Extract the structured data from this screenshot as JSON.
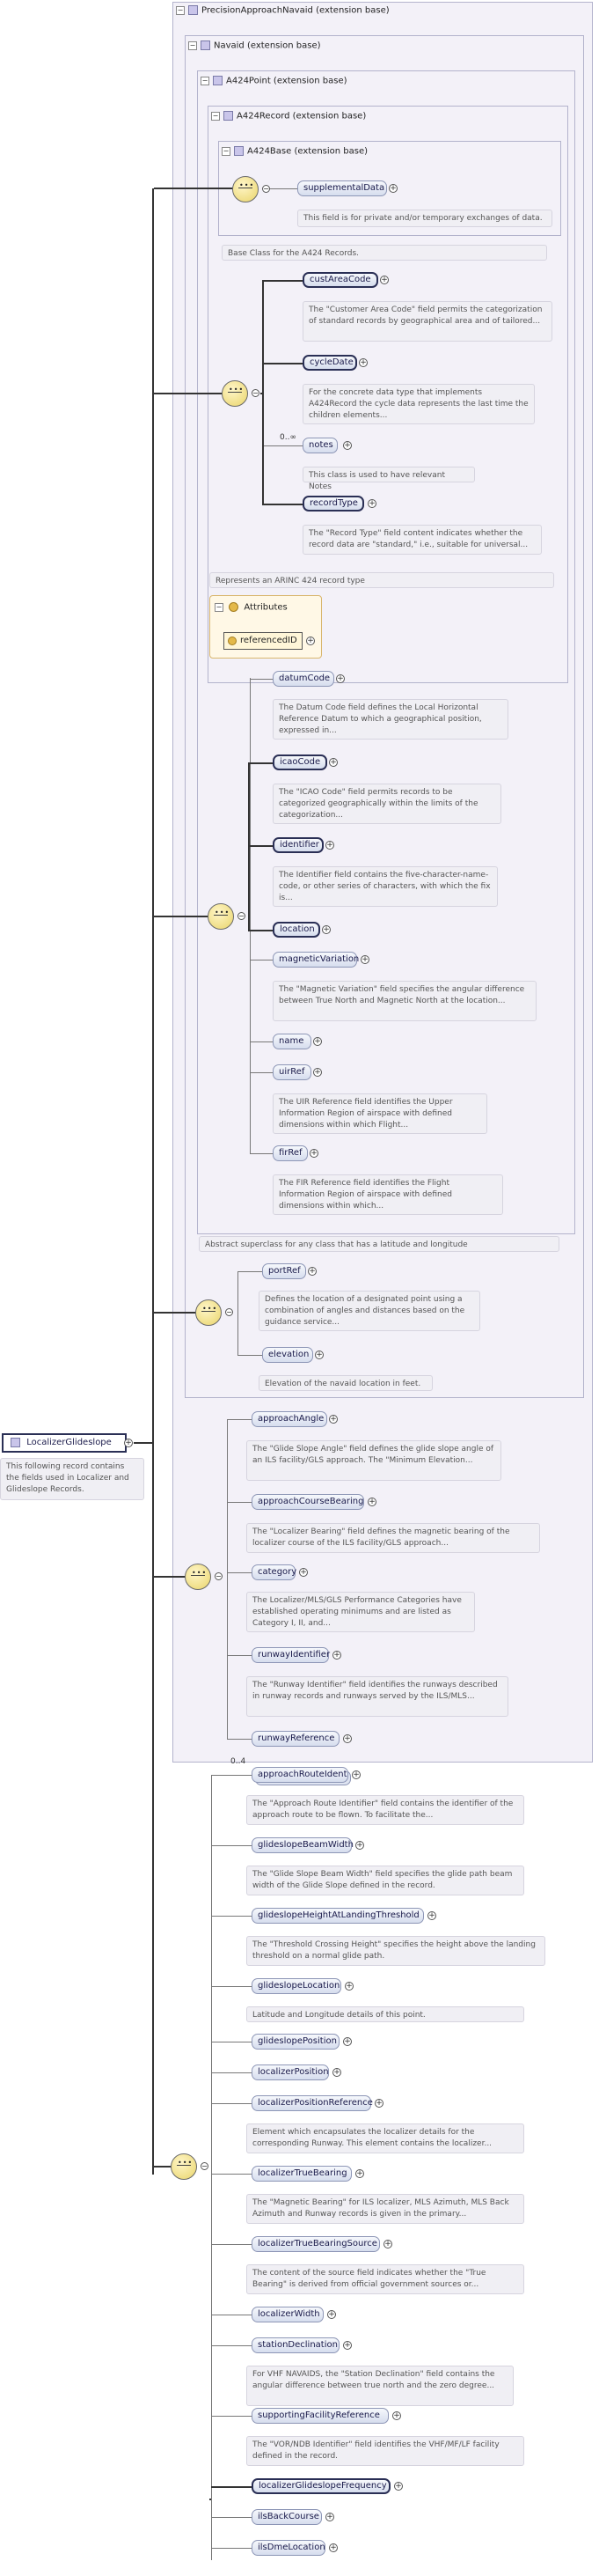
{
  "root": {
    "label": "LocalizerGlideslope",
    "doc": "This following record contains the fields used in Localizer and Glideslope Records."
  },
  "ext": {
    "precision": "PrecisionApproachNavaid (extension base)",
    "navaid": "Navaid (extension base)",
    "point": "A424Point (extension base)",
    "record": "A424Record (extension base)",
    "base": "A424Base (extension base)"
  },
  "base": {
    "supp": "supplementalData",
    "supp_doc": "This field is for private and/or temporary exchanges of data.",
    "doc": "Base Class for the A424 Records."
  },
  "record": {
    "cust": "custAreaCode",
    "cust_doc": "The \"Customer Area Code\" field permits the categorization of standard records by geographical area and of tailored...",
    "cycle": "cycleDate",
    "cycle_doc": "For the concrete data type that implements A424Record the cycle data represents the last time the children elements...",
    "notes_occ": "0..∞",
    "notes": "notes",
    "notes_doc": "This class is used to have relevant Notes",
    "rtype": "recordType",
    "rtype_doc": "The \"Record Type\" field content indicates whether the record data are \"standard,\" i.e., suitable for universal...",
    "doc": "Represents an ARINC 424 record type"
  },
  "attributes": {
    "title": "Attributes",
    "ref": "referencedID"
  },
  "point": {
    "datum": "datumCode",
    "datum_doc": "The Datum Code field defines the Local Horizontal Reference Datum to which a geographical position, expressed in...",
    "icao": "icaoCode",
    "icao_doc": "The \"ICAO Code\" field permits records to be categorized geographically within the limits of the categorization...",
    "ident": "identifier",
    "ident_doc": "The Identifier field contains the five-character-name-code, or other series of characters, with which the fix is...",
    "loc": "location",
    "magvar": "magneticVariation",
    "magvar_doc": "The \"Magnetic Variation\" field specifies the angular difference between True North and Magnetic North at the location...",
    "name": "name",
    "uir": "uirRef",
    "uir_doc": "The UIR Reference field identifies the Upper Information Region of airspace with defined dimensions within which Flight...",
    "fir": "firRef",
    "fir_doc": "The FIR Reference field identifies the Flight Information Region of airspace with defined dimensions within which...",
    "doc": "Abstract superclass for any class that has a latitude and longitude"
  },
  "navaid": {
    "port": "portRef",
    "port_doc": "Defines the location of a designated point using a combination of angles and distances based on the guidance service...",
    "elev": "elevation",
    "elev_doc": "Elevation of the navaid location in feet."
  },
  "precision": {
    "angle": "approachAngle",
    "angle_doc": "The \"Glide Slope Angle\" field defines the glide slope angle of an ILS facility/GLS approach. The \"Minimum Elevation...",
    "bearing": "approachCourseBearing",
    "bearing_doc": "The \"Localizer Bearing\" field defines the magnetic bearing of the localizer course of the ILS facility/GLS approach...",
    "cat": "category",
    "cat_doc": "The Localizer/MLS/GLS Performance Categories have established operating minimums and are listed as Category I, II, and...",
    "rwy": "runwayIdentifier",
    "rwy_doc": "The \"Runway Identifier\" field identifies the runways described in runway records and runways served by the ILS/MLS...",
    "rwyref": "runwayReference"
  },
  "own": {
    "occ": "0..4",
    "items": [
      {
        "label": "approachRouteIdent",
        "doc": "The \"Approach Route Identifier\" field contains the identifier of the approach route to be flown. To facilitate the..."
      },
      {
        "label": "glideslopeBeamWidth",
        "doc": "The \"Glide Slope Beam Width\" field specifies the glide path beam width of the Glide Slope defined in the record."
      },
      {
        "label": "glideslopeHeightAtLandingThreshold",
        "doc": "The \"Threshold Crossing Height\" specifies the height above the landing threshold on a normal glide path."
      },
      {
        "label": "glideslopeLocation",
        "doc": "Latitude and Longitude details of this point."
      },
      {
        "label": "glideslopePosition",
        "doc": ""
      },
      {
        "label": "localizerPosition",
        "doc": ""
      },
      {
        "label": "localizerPositionReference",
        "doc": "Element which encapsulates the localizer details for the corresponding Runway. This element contains the localizer..."
      },
      {
        "label": "localizerTrueBearing",
        "doc": "The \"Magnetic Bearing\" for ILS localizer, MLS Azimuth, MLS Back Azimuth and Runway records is given in the primary..."
      },
      {
        "label": "localizerTrueBearingSource",
        "doc": "The content of the source field indicates whether the \"True Bearing\" is derived from official government sources or..."
      },
      {
        "label": "localizerWidth",
        "doc": ""
      },
      {
        "label": "stationDeclination",
        "doc": "For VHF NAVAIDS, the \"Station Declination\" field contains the angular difference between true north and the zero degree..."
      },
      {
        "label": "supportingFacilityReference",
        "doc": "The \"VOR/NDB Identifier\" field identifies the VHF/MF/LF facility defined in the record."
      },
      {
        "label": "localizerGlideslopeFrequency",
        "doc": ""
      },
      {
        "label": "ilsBackCourse",
        "doc": ""
      },
      {
        "label": "ilsDmeLocation",
        "doc": ""
      }
    ]
  }
}
